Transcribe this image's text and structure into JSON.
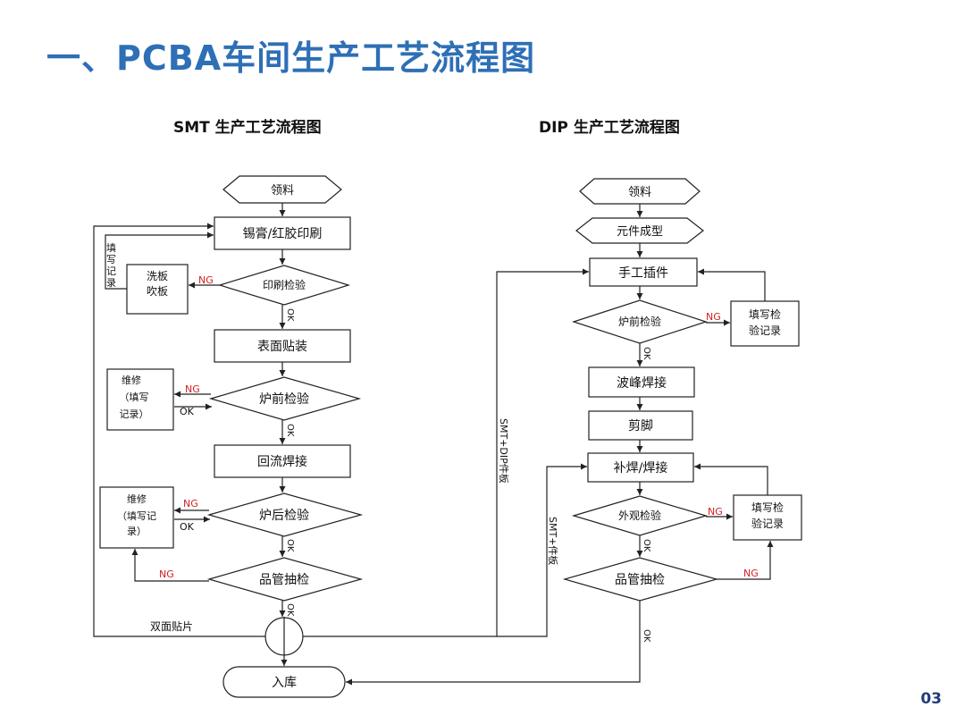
{
  "slide": {
    "title": "一、PCBA车间生产工艺流程图",
    "page_number": "03"
  },
  "smt": {
    "heading": "SMT 生产工艺流程图",
    "steps": {
      "pick": "领料",
      "print": "锡膏/红胶印刷",
      "print_check": "印刷检验",
      "mount": "表面贴装",
      "pre_check": "炉前检验",
      "reflow": "回流焊接",
      "post_check": "炉后检验",
      "qc_sample": "品管抽检",
      "stock": "入库"
    },
    "side_boxes": {
      "wash_line1": "洗板",
      "wash_line2": "吹板",
      "repair1_line1": "维修",
      "repair1_line2": "（填写",
      "repair1_line3": "记录）",
      "repair2_line1": "维修",
      "repair2_line2": "（填写记",
      "repair2_line3": "录）"
    },
    "record_vertical": [
      "填",
      "写",
      "记",
      "录"
    ],
    "double_side_label": "双面贴片"
  },
  "dip": {
    "heading": "DIP 生产工艺流程图",
    "steps": {
      "pick": "领料",
      "form": "元件成型",
      "insert": "手工插件",
      "pre_check": "炉前检验",
      "wave": "波峰焊接",
      "trim": "剪脚",
      "touchup": "补焊/焊接",
      "visual": "外观检验",
      "qc_sample": "品管抽检"
    },
    "side_boxes": {
      "record1_line1": "填写检",
      "record1_line2": "验记录",
      "record2_line1": "填写检",
      "record2_line2": "验记录"
    },
    "smt_dip_label": "SMT+DIP件板",
    "smt_only_label": "SMT+件板"
  },
  "labels": {
    "ng": "NG",
    "ok": "OK"
  }
}
